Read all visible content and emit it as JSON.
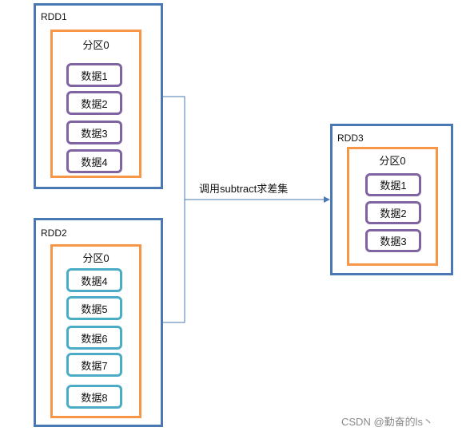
{
  "colors": {
    "rdd_border": "#4a78b5",
    "partition_border": "#f79646",
    "rdd1_item_border": "#8064a2",
    "rdd2_item_border": "#4bacc6",
    "rdd3_item_border": "#8064a2",
    "arrow": "#4a78b5"
  },
  "rdd1": {
    "label": "RDD1",
    "partition": "分区0",
    "items": [
      "数据1",
      "数据2",
      "数据3",
      "数据4"
    ]
  },
  "rdd2": {
    "label": "RDD2",
    "partition": "分区0",
    "items": [
      "数据4",
      "数据5",
      "数据6",
      "数据7",
      "数据8"
    ]
  },
  "rdd3": {
    "label": "RDD3",
    "partition": "分区0",
    "items": [
      "数据1",
      "数据2",
      "数据3"
    ]
  },
  "operation_label": "调用subtract求差集",
  "watermark": "CSDN @勤奋的ls丶"
}
